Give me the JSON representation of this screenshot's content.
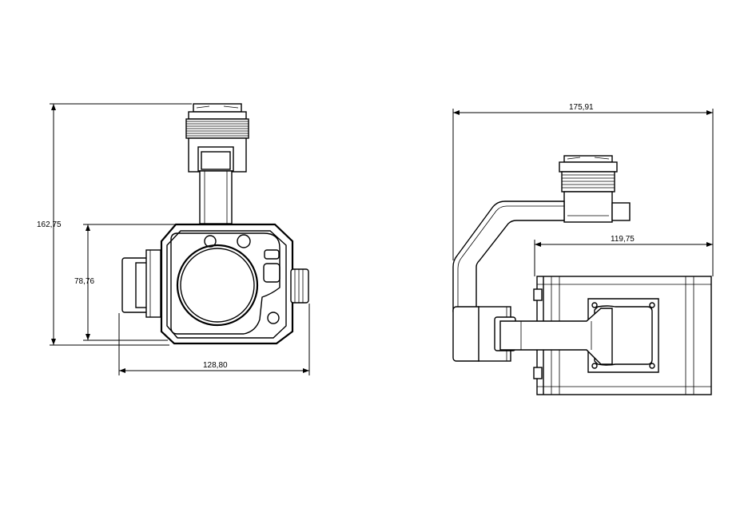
{
  "dimensions": {
    "front_height_total": "162,75",
    "front_camera_height": "78,76",
    "front_width": "128,80",
    "side_width_total": "175,91",
    "side_camera_depth": "119,75"
  }
}
